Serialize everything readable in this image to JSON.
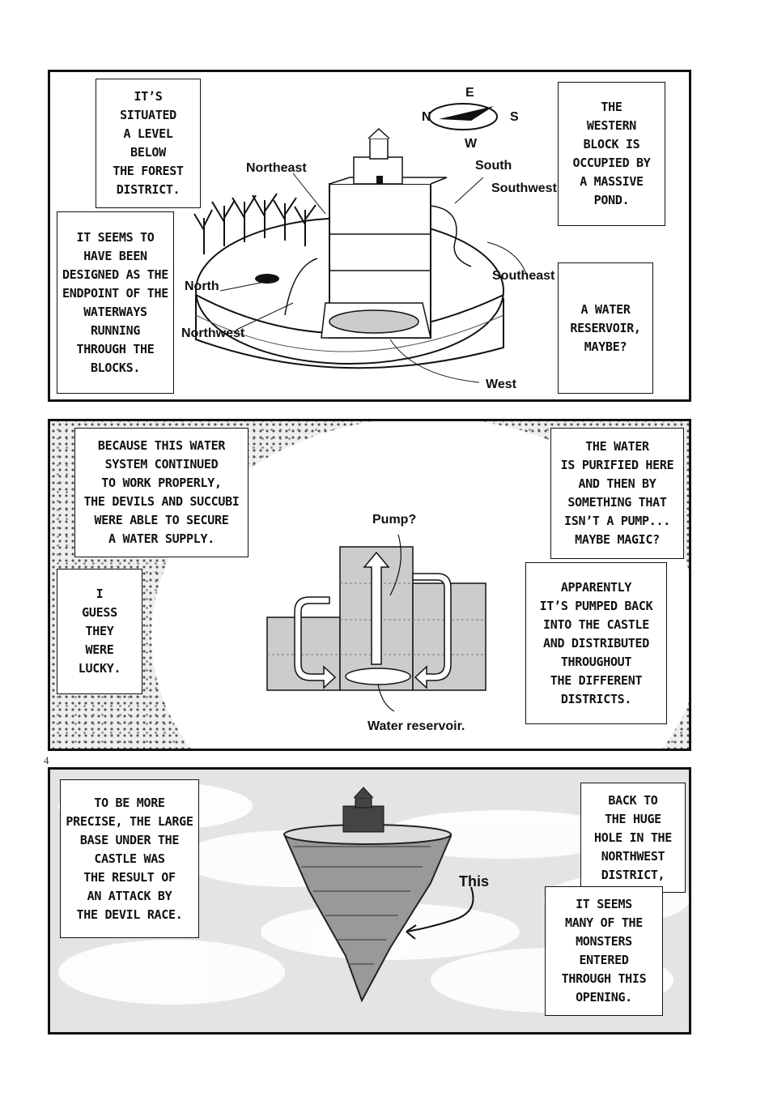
{
  "panel1": {
    "captions": {
      "below_forest": "IT’S\nSITUATED\nA LEVEL\nBELOW\nTHE FOREST\nDISTRICT.",
      "endpoint": "IT SEEMS TO\nHAVE BEEN\nDESIGNED AS THE\nENDPOINT OF THE\nWATERWAYS\nRUNNING\nTHROUGH THE\nBLOCKS.",
      "western": "THE\nWESTERN\nBLOCK IS\nOCCUPIED BY\nA MASSIVE\nPOND.",
      "reservoir": "A WATER\nRESERVOIR,\nMAYBE?"
    },
    "compass": {
      "e": "E",
      "n": "N",
      "s": "S",
      "w": "W"
    },
    "labels": {
      "northeast": "Northeast",
      "south": "South",
      "southwest": "Southwest",
      "southeast": "Southeast",
      "north": "North",
      "northwest": "Northwest",
      "west": "West"
    }
  },
  "panel2": {
    "captions": {
      "because": "BECAUSE THIS WATER\nSYSTEM CONTINUED\nTO WORK PROPERLY,\nTHE DEVILS AND SUCCUBI\nWERE ABLE TO SECURE\nA WATER SUPPLY.",
      "lucky": "I\nGUESS\nTHEY\nWERE\nLUCKY.",
      "purified": "THE WATER\nIS PURIFIED HERE\nAND THEN BY\nSOMETHING THAT\nISN’T A PUMP...\nMAYBE MAGIC?",
      "pumped": "APPARENTLY\nIT’S PUMPED BACK\nINTO THE CASTLE\nAND DISTRIBUTED\nTHROUGHOUT\nTHE DIFFERENT\nDISTRICTS."
    },
    "labels": {
      "pump": "Pump?",
      "water_reservoir": "Water reservoir."
    }
  },
  "page_number": "4",
  "panel3": {
    "captions": {
      "precise": "TO BE MORE\nPRECISE, THE LARGE\nBASE UNDER THE\nCASTLE WAS\nTHE RESULT OF\nAN ATTACK BY\nTHE DEVIL RACE.",
      "back_to": "BACK TO\nTHE HUGE\nHOLE IN THE\nNORTHWEST\nDISTRICT,",
      "monsters": "IT SEEMS\nMANY OF THE\nMONSTERS\nENTERED\nTHROUGH THIS\nOPENING."
    },
    "labels": {
      "this": "This"
    }
  }
}
